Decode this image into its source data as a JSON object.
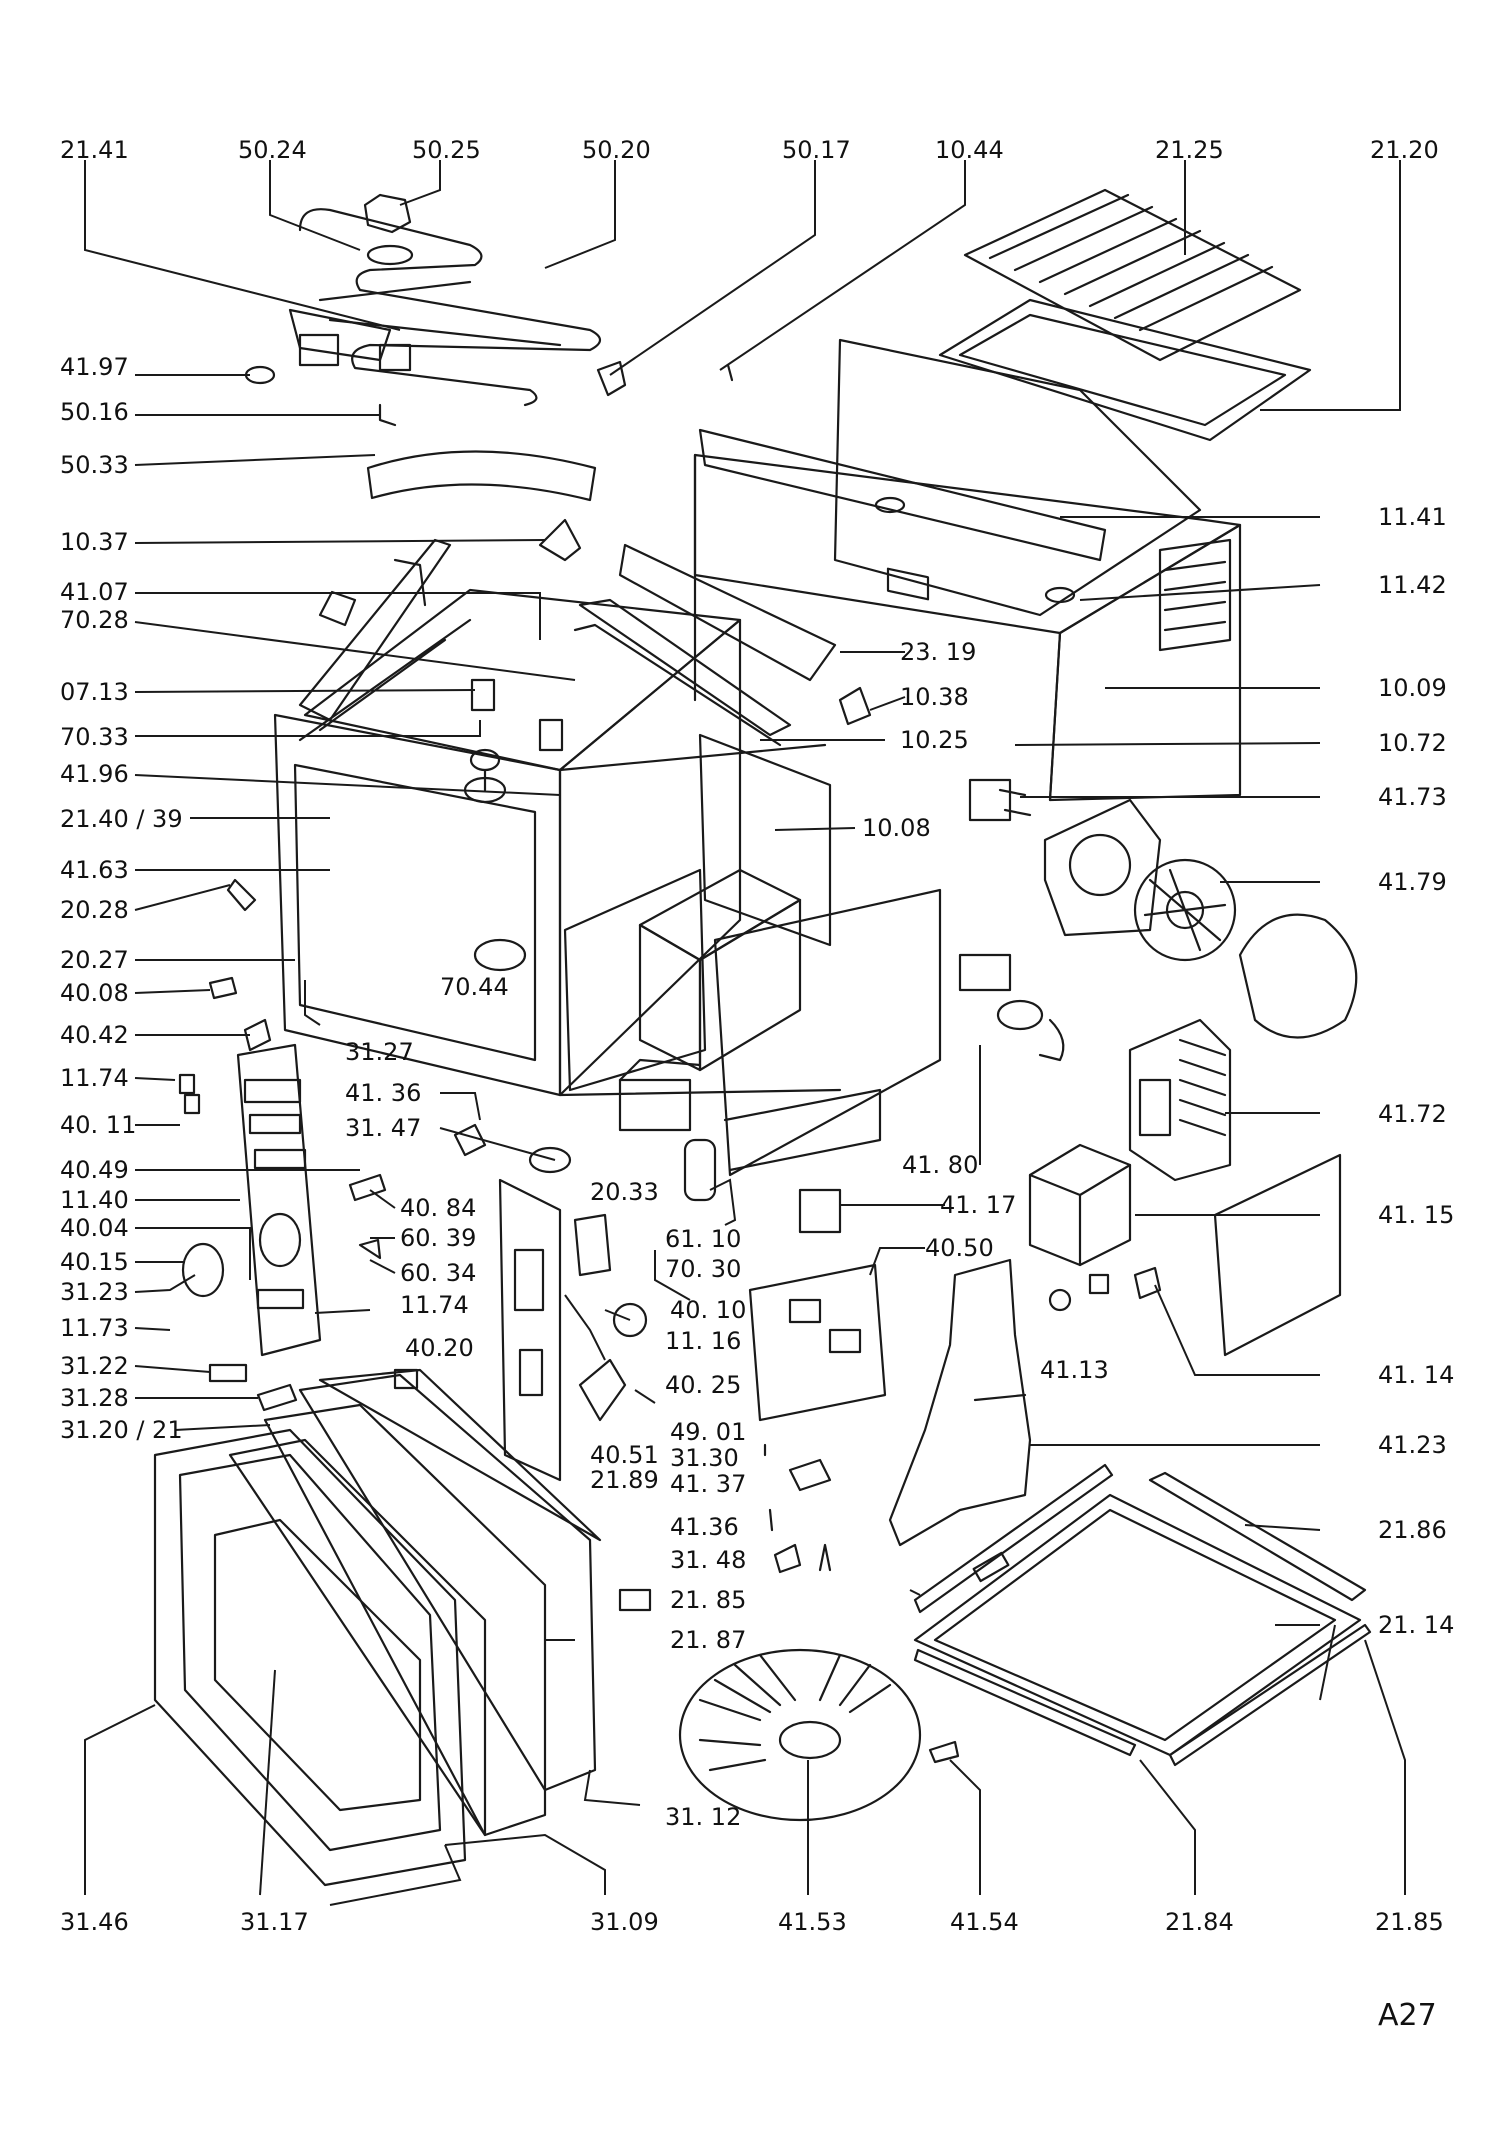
{
  "sheet_id": "A27",
  "labels": {
    "l2141a": "21.41",
    "l5024": "50.24",
    "l5025": "50.25",
    "l5020": "50.20",
    "l5017": "50.17",
    "l1044": "10.44",
    "l2125": "21.25",
    "l2120": "21.20",
    "l4197": "41.97",
    "l5016": "50.16",
    "l5033": "50.33",
    "l1037": "10.37",
    "l4107": "41.07",
    "l7028": "70.28",
    "l0713": "07.13",
    "l7033": "70.33",
    "l4196": "41.96",
    "l214039": "21.40 / 39",
    "l4163": "41.63",
    "l2028": "20.28",
    "l2027": "20.27",
    "l4008": "40.08",
    "l4042": "40.42",
    "l1174a": "11.74",
    "l4011": "40. 11",
    "l4049": "40.49",
    "l1140": "11.40",
    "l4004": "40.04",
    "l4015": "40.15",
    "l3123": "31.23",
    "l1173": "11.73",
    "l3122": "31.22",
    "l3128": "31.28",
    "l312021": "31.20 / 21",
    "l1141": "11.41",
    "l1142": "11.42",
    "l2319": "23. 19",
    "l1038": "10.38",
    "l1009": "10.09",
    "l1025": "10.25",
    "l1072": "10.72",
    "l1008": "10.08",
    "l4173": "41.73",
    "l4179": "41.79",
    "l7044": "70.44",
    "l3127": "31.27",
    "l4136a": "41. 36",
    "l3147": "31. 47",
    "l2033": "20.33",
    "l4084": "40. 84",
    "l6039": "60. 39",
    "l6034": "60. 34",
    "l1174b": "11.74",
    "l4020": "40.20",
    "l6110": "61. 10",
    "l7030": "70. 30",
    "l4010": "40. 10",
    "l1116": "11. 16",
    "l4025": "40. 25",
    "l4051": "40.51",
    "l2189": "21.89",
    "l4180": "41. 80",
    "l4117": "41. 17",
    "l4050": "40.50",
    "l4172": "41.72",
    "l4115": "41. 15",
    "l4113": "41.13",
    "l4114": "41. 14",
    "l4901": "49. 01",
    "l3130": "31.30",
    "l4137": "41. 37",
    "l4136b": "41.36",
    "l3148": "31. 48",
    "l4123": "41.23",
    "l2186": "21.86",
    "l2185a": "21. 85",
    "l2187": "21. 87",
    "l2114": "21. 14",
    "l3112": "31. 12",
    "l3146": "31.46",
    "l3117": "31.17",
    "l3109": "31.09",
    "l4153": "41.53",
    "l4154": "41.54",
    "l2184": "21.84",
    "l2185b": "21.85"
  }
}
